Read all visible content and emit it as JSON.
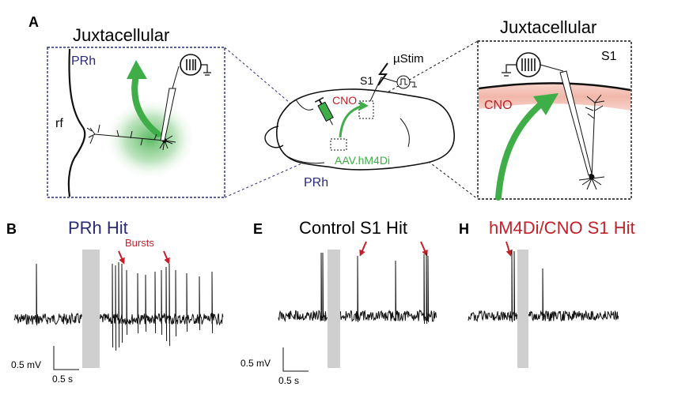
{
  "panel_a": {
    "letter": "A",
    "left_title": "Juxtacellular",
    "left_region": "PRh",
    "left_sulcus": "rf",
    "stim_label": "µStim",
    "s1_label": "S1",
    "cno_label": "CNO",
    "virus_label": "AAV.hM4Di",
    "prh_label": "PRh",
    "right_title": "Juxtacellular",
    "right_region": "S1",
    "right_cno": "CNO"
  },
  "panel_b": {
    "letter": "B",
    "title": "PRh Hit",
    "bursts_label": "Bursts",
    "scale_mv": "0.5 mV",
    "scale_s": "0.5 s"
  },
  "panel_e": {
    "letter": "E",
    "title": "Control S1 Hit",
    "scale_mv": "0.5 mV",
    "scale_s": "0.5 s"
  },
  "panel_h": {
    "letter": "H",
    "title": "hM4Di/CNO S1 Hit"
  },
  "colors": {
    "green": "#3fae49",
    "red": "#c4202a",
    "navy": "#2a2a7a",
    "cno_band": "#f3c1b6",
    "stim_bar": "#cfcfcf"
  }
}
